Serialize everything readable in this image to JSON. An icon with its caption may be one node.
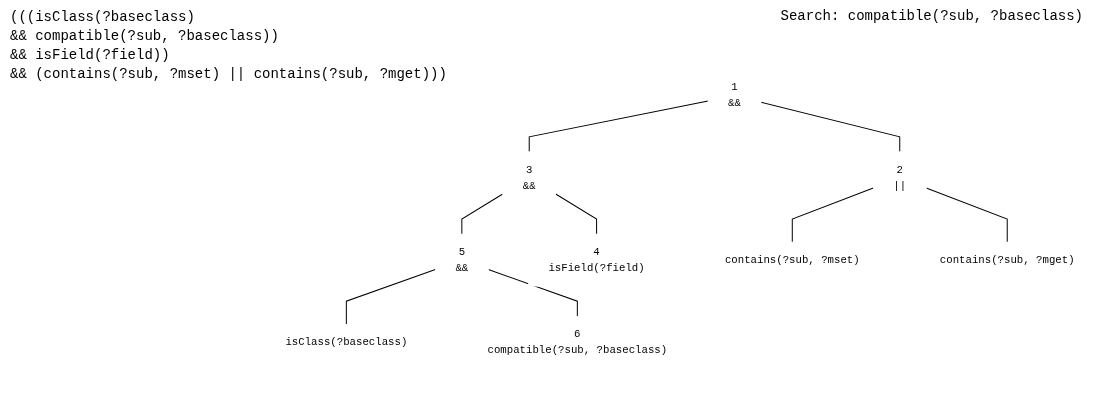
{
  "diagram": {
    "nodes": [
      {
        "text": [
          "1",
          "&&"
        ]
      },
      {
        "text": [
          "3",
          "&&"
        ]
      },
      {
        "text": [
          "2",
          "||"
        ]
      },
      {
        "text": [
          "5",
          "&&"
        ]
      },
      {
        "text": [
          "4",
          "isField(?field)"
        ]
      },
      {
        "text": [
          "contains(?sub, ?mset)"
        ]
      },
      {
        "text": [
          "contains(?sub, ?mget)"
        ]
      },
      {
        "text": [
          "isClass(?baseclass)"
        ]
      },
      {
        "text": [
          "6",
          "compatible(?sub, ?baseclass)"
        ]
      }
    ],
    "edges": [
      {
        "from": 0,
        "to": 1,
        "arrow": "none"
      },
      {
        "from": 0,
        "to": 2,
        "arrow": "none"
      },
      {
        "from": 1,
        "to": 3,
        "arrow": "none"
      },
      {
        "from": 1,
        "to": 4,
        "arrow": "none"
      },
      {
        "from": 2,
        "to": 5,
        "arrow": "none"
      },
      {
        "from": 2,
        "to": 6,
        "arrow": "none"
      },
      {
        "from": 3,
        "to": 7,
        "arrow": "none"
      },
      {
        "from": 3,
        "to": 8,
        "arrow": "none"
      }
    ],
    "labels": [
      "(((isClass(?baseclass)",
      "&& compatible(?sub, ?baseclass))",
      "&& isField(?field))",
      "&& (contains(?sub, ?mset) || contains(?sub, ?mget)))",
      "Search: compatible(?sub, ?baseclass)"
    ]
  }
}
